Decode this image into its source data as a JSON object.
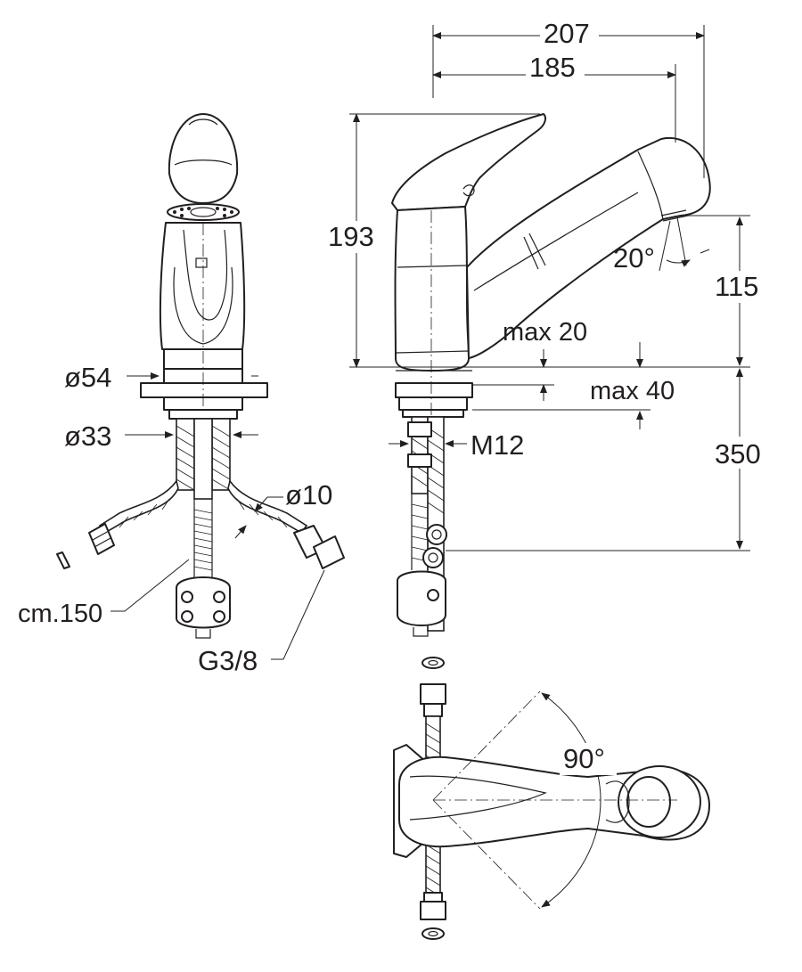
{
  "colors": {
    "line": "#231f20",
    "background": "#ffffff"
  },
  "dimensions": {
    "overall_length": "207",
    "spout_reach": "185",
    "height": "193",
    "spray_angle": "20°",
    "spout_height": "115",
    "deck_max_thin": "max 20",
    "deck_max_thick": "max 40",
    "hose_length": "350",
    "thread": "M12",
    "base_diameter": "ø54",
    "shank_diameter": "ø33",
    "hose_diameter": "ø10",
    "hose_length_approx": "cm.150",
    "connection_thread": "G3/8",
    "lever_rotation": "90°"
  }
}
